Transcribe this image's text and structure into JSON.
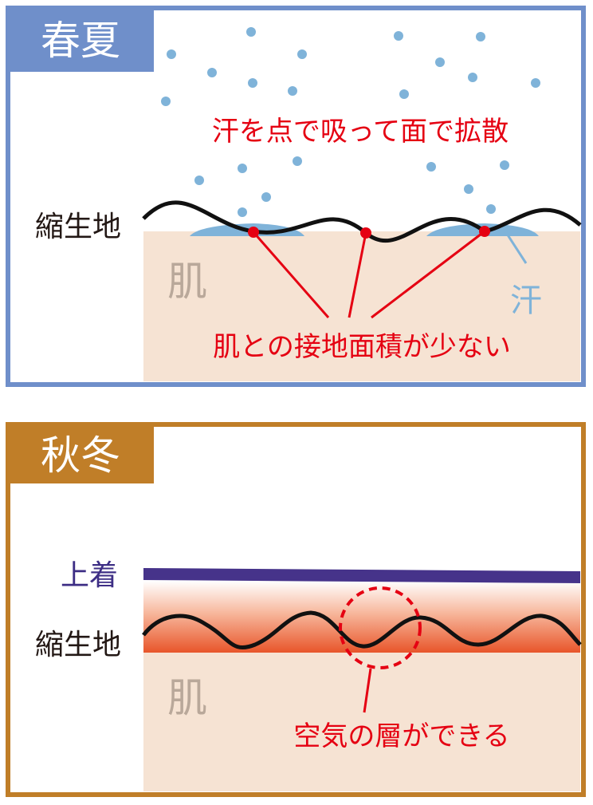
{
  "colors": {
    "spring_frame": "#6f8fca",
    "autumn_frame": "#c07e28",
    "skin": "#f6e3d3",
    "fabric": "#111111",
    "sweat": "#7fb3d9",
    "accent_red": "#e50012",
    "outer_layer": "#46338a",
    "warm_air": "#e8552a"
  },
  "spring_summer": {
    "tab_label": "春夏",
    "fabric_label": "縮生地",
    "skin_label": "肌",
    "sweat_label": "汗",
    "diffusion_caption": "汗を点で吸って面で拡散",
    "contact_caption": "肌との接地面積が少ない"
  },
  "autumn_winter": {
    "tab_label": "秋冬",
    "outer_label": "上着",
    "fabric_label": "縮生地",
    "skin_label": "肌",
    "air_caption": "空気の層ができる"
  }
}
